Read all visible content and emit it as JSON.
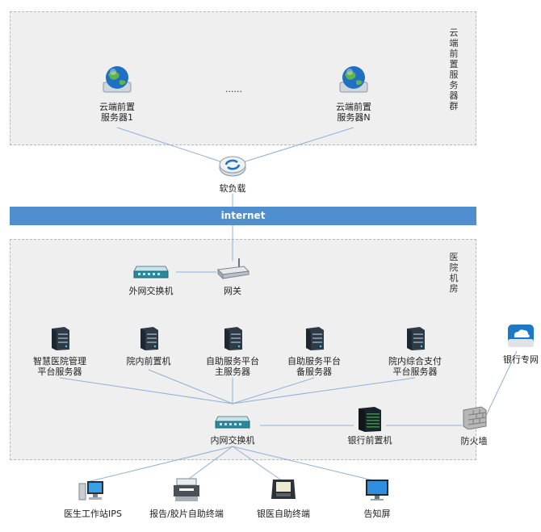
{
  "cloud_zone": {
    "label": "云端前置服务器群"
  },
  "cloud_servers": [
    {
      "label": "云端前置\n服务器1"
    },
    {
      "label": "云端前置\n服务器N"
    }
  ],
  "ellipsis": "......",
  "load_balancer": {
    "label": "软负载"
  },
  "internet": {
    "label": "internet"
  },
  "hospital_zone": {
    "label": "医院机房"
  },
  "external_switch": {
    "label": "外网交换机"
  },
  "gateway": {
    "label": "网关"
  },
  "servers": [
    {
      "label": "智慧医院管理\n平台服务器"
    },
    {
      "label": "院内前置机"
    },
    {
      "label": "自助服务平台\n主服务器"
    },
    {
      "label": "自助服务平台\n备服务器"
    },
    {
      "label": "院内综合支付\n平台服务器"
    }
  ],
  "internal_switch": {
    "label": "内网交换机"
  },
  "bank_frontend": {
    "label": "银行前置机"
  },
  "firewall": {
    "label": "防火墙"
  },
  "bank_network": {
    "label": "银行专网"
  },
  "terminals": [
    {
      "label": "医生工作站IPS"
    },
    {
      "label": "报告/胶片自助终端"
    },
    {
      "label": "银医自助终端"
    },
    {
      "label": "告知屏"
    }
  ],
  "colors": {
    "band": "#4f8fcf",
    "line": "#8fb0d8",
    "zone": "#efefef"
  }
}
